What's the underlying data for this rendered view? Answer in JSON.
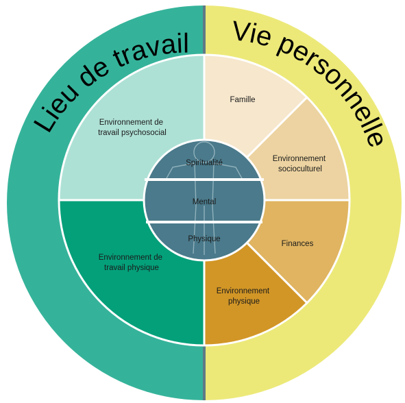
{
  "outer_ring": {
    "left_label": "Lieu de travail",
    "right_label": "Vie personnelle",
    "left_color": "#35b39a",
    "right_color": "#ece979",
    "divider_color": "#5e7a86"
  },
  "segments": {
    "psychosocial": {
      "line1": "Environnement de",
      "line2": "travail psychosocial",
      "color": "#aee1d5"
    },
    "physique_travail": {
      "line1": "Environnement de",
      "line2": "travail physique",
      "color": "#04a07a"
    },
    "famille": {
      "label": "Famille",
      "color": "#f6e7cd"
    },
    "socioculturel": {
      "line1": "Environnement",
      "line2": "socioculturel",
      "color": "#ecd3a1"
    },
    "finances": {
      "label": "Finances",
      "color": "#e0b461"
    },
    "physique_perso": {
      "line1": "Environnement",
      "line2": "physique",
      "color": "#d29626"
    }
  },
  "core": {
    "color": "#4a7a8b",
    "spiritualite": "Spiritualité",
    "mental": "Mental",
    "physique": "Physique"
  }
}
